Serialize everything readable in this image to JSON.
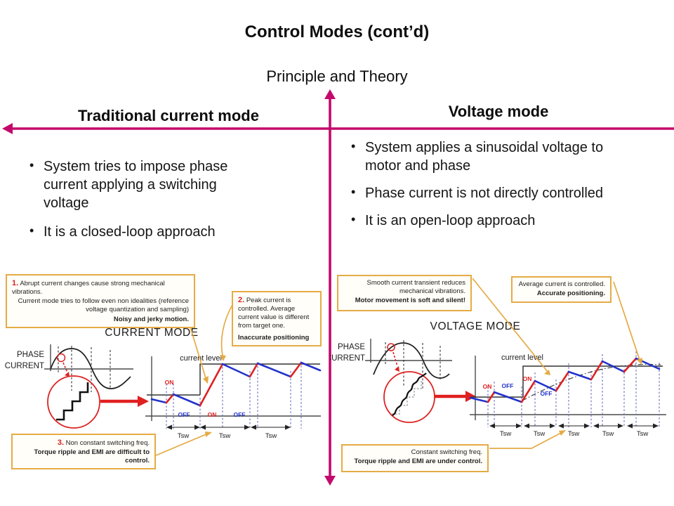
{
  "slide": {
    "title": "Control Modes (cont’d)",
    "subtitle": "Principle and Theory"
  },
  "colors": {
    "magenta": "#C30A6C",
    "gold": "#E5AB45",
    "red": "#DD2222",
    "blue": "#2233CC"
  },
  "left": {
    "heading": "Traditional current mode",
    "bullets": [
      "System tries to impose phase current applying a switching voltage",
      "It is a closed-loop approach"
    ],
    "diagram": {
      "title": "CURRENT MODE",
      "phase1": "PHASE",
      "phase2": "CURRENT",
      "current_level": "current level",
      "on": "ON",
      "off": "OFF",
      "tsw": "Tsw"
    },
    "notes": {
      "n1": {
        "num": "1.",
        "line1": "Abrupt current changes cause strong mechanical vibrations.",
        "line2": "Current mode tries to follow even non idealities (reference voltage quantization and sampling)",
        "emph": "Noisy and jerky motion."
      },
      "n2": {
        "num": "2.",
        "text": "Peak current is controlled. Average current value is different from target one.",
        "emph": "Inaccurate positioning"
      },
      "n3": {
        "num": "3.",
        "text": "Non constant switching freq.",
        "emph": "Torque ripple and EMI are difficult to control."
      }
    }
  },
  "right": {
    "heading": "Voltage mode",
    "bullets": [
      "System applies a sinusoidal voltage to motor and phase",
      "Phase current is not directly controlled",
      "It is an open-loop approach"
    ],
    "diagram": {
      "title": "VOLTAGE MODE",
      "phase1": "PHASE",
      "phase2": "CURRENT",
      "current_level": "current level",
      "on": "ON",
      "off": "OFF",
      "tsw": "Tsw"
    },
    "notes": {
      "n1": {
        "text": "Smooth current transient reduces mechanical vibrations.",
        "emph": "Motor movement is soft and silent!"
      },
      "n2": {
        "text": "Average current is controlled.",
        "emph": "Accurate positioning."
      },
      "n3": {
        "text": "Constant switching freq.",
        "emph": "Torque ripple and EMI are under control."
      }
    }
  }
}
